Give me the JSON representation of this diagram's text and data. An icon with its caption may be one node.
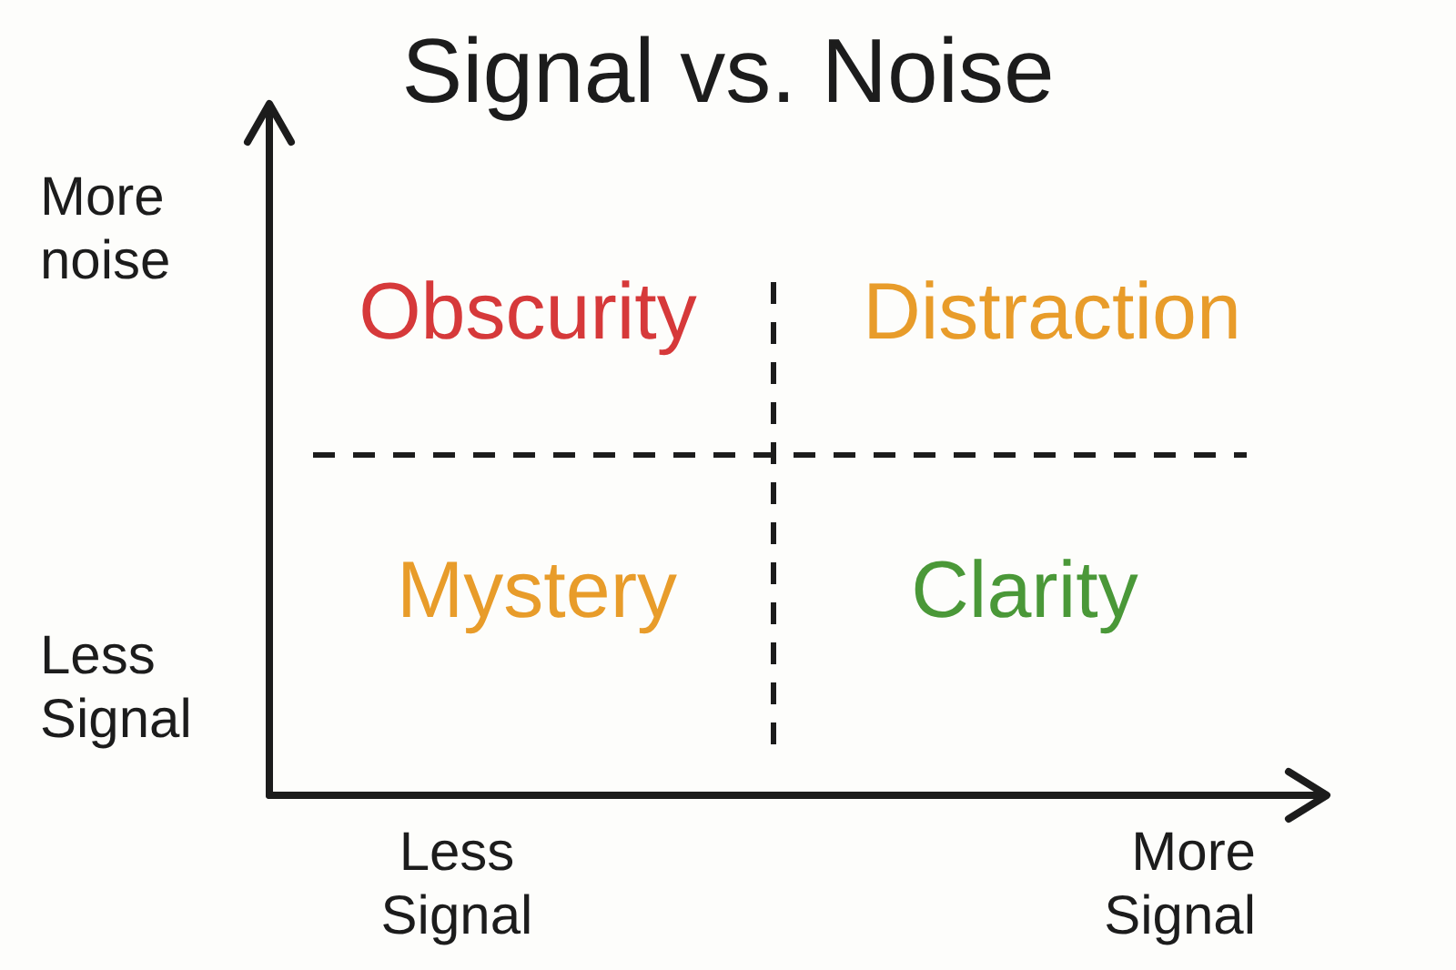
{
  "diagram": {
    "title": "Signal vs. Noise",
    "labels": [
      "More noise",
      "Obscurity",
      "Distraction",
      "Mystery",
      "Clarity",
      "Less Signal",
      "Less Signal",
      "More Signal"
    ]
  }
}
